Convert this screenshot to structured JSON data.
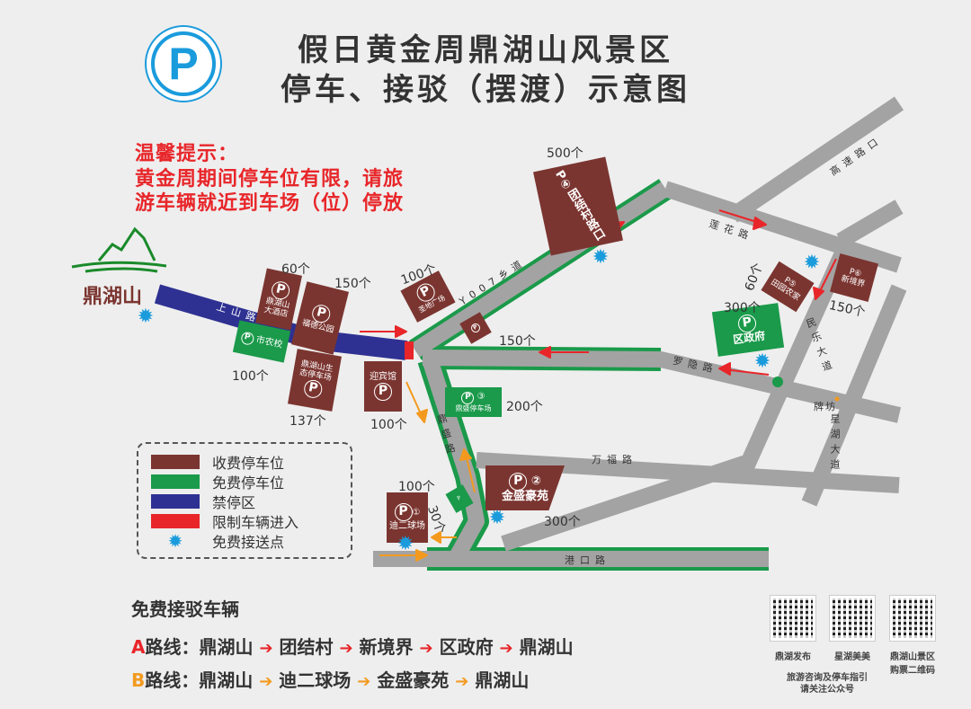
{
  "header": {
    "line1": "假日黄金周鼎湖山风景区",
    "line2": "停车、接驳（摆渡）示意图",
    "parking_symbol": "P"
  },
  "tip": {
    "title": "温馨提示：",
    "line1": "黄金周期间停车位有限，请旅",
    "line2": "游车辆就近到车场（位）停放"
  },
  "logo": {
    "name": "鼎湖山"
  },
  "roads": {
    "shanshan": "上山路",
    "y007": "Y007乡道",
    "dingsheng": "鼎盛路",
    "wanfu": "万福路",
    "gangkou": "港口路",
    "luoyin": "罗隐路",
    "lianhua": "莲花路",
    "gaosu": "高速路口",
    "minle": "民乐大道",
    "xinghu": "星湖大道",
    "paifang": "牌坊"
  },
  "lots": [
    {
      "name": "鼎湖山大酒店",
      "symbol": "P",
      "capacity": "60个"
    },
    {
      "name": "福德公园",
      "symbol": "P",
      "capacity": "150个"
    },
    {
      "name": "鼎湖山生态停车场",
      "symbol": "P",
      "capacity": "137个"
    },
    {
      "name": "市农校",
      "symbol": "P",
      "capacity": "100个"
    },
    {
      "name": "迎宾馆",
      "symbol": "P",
      "capacity": "100个"
    },
    {
      "name": "圣地广场",
      "symbol": "P",
      "capacity": "100个"
    },
    {
      "name": "",
      "symbol": "P",
      "capacity": "150个"
    },
    {
      "name": "鼎盛停车场",
      "symbol": "P",
      "number": "③",
      "capacity": "200个"
    },
    {
      "name": "团结村路口",
      "symbol": "P",
      "number": "④",
      "capacity": "500个"
    },
    {
      "name": "田园农家",
      "symbol": "P",
      "number": "⑤",
      "capacity": "60个"
    },
    {
      "name": "新境界",
      "symbol": "P",
      "number": "⑥",
      "capacity": "150个"
    },
    {
      "name": "区政府",
      "symbol": "P",
      "capacity": "300个"
    },
    {
      "name": "金盛豪苑",
      "symbol": "P",
      "number": "②",
      "capacity": "300个"
    },
    {
      "name": "迪二球场",
      "symbol": "P",
      "number": "①",
      "capacity": "100个"
    },
    {
      "name": "",
      "symbol": "P",
      "capacity": "30个"
    }
  ],
  "legend": [
    {
      "label": "收费停车位",
      "color": "#7b3530"
    },
    {
      "label": "免费停车位",
      "color": "#1a9a4a"
    },
    {
      "label": "禁停区",
      "color": "#2e3192"
    },
    {
      "label": "限制车辆进入",
      "color": "#e8262a"
    },
    {
      "label": "免费接送点",
      "icon": "shuttle-stop-icon"
    }
  ],
  "shuttle": {
    "title": "免费接驳车辆",
    "routeA": {
      "letter": "A",
      "label": "路线：",
      "stops": [
        "鼎湖山",
        "团结村",
        "新境界",
        "区政府",
        "鼎湖山"
      ],
      "color": "#e8262a"
    },
    "routeB": {
      "letter": "B",
      "label": "路线：",
      "stops": [
        "鼎湖山",
        "迪二球场",
        "金盛豪苑",
        "鼎湖山"
      ],
      "color": "#f39a1e"
    }
  },
  "qr": {
    "items": [
      "鼎湖发布",
      "星湖美美",
      "鼎湖山景区\n购票二维码"
    ],
    "note1": "旅游咨询及停车指引",
    "note2": "请关注公众号"
  }
}
